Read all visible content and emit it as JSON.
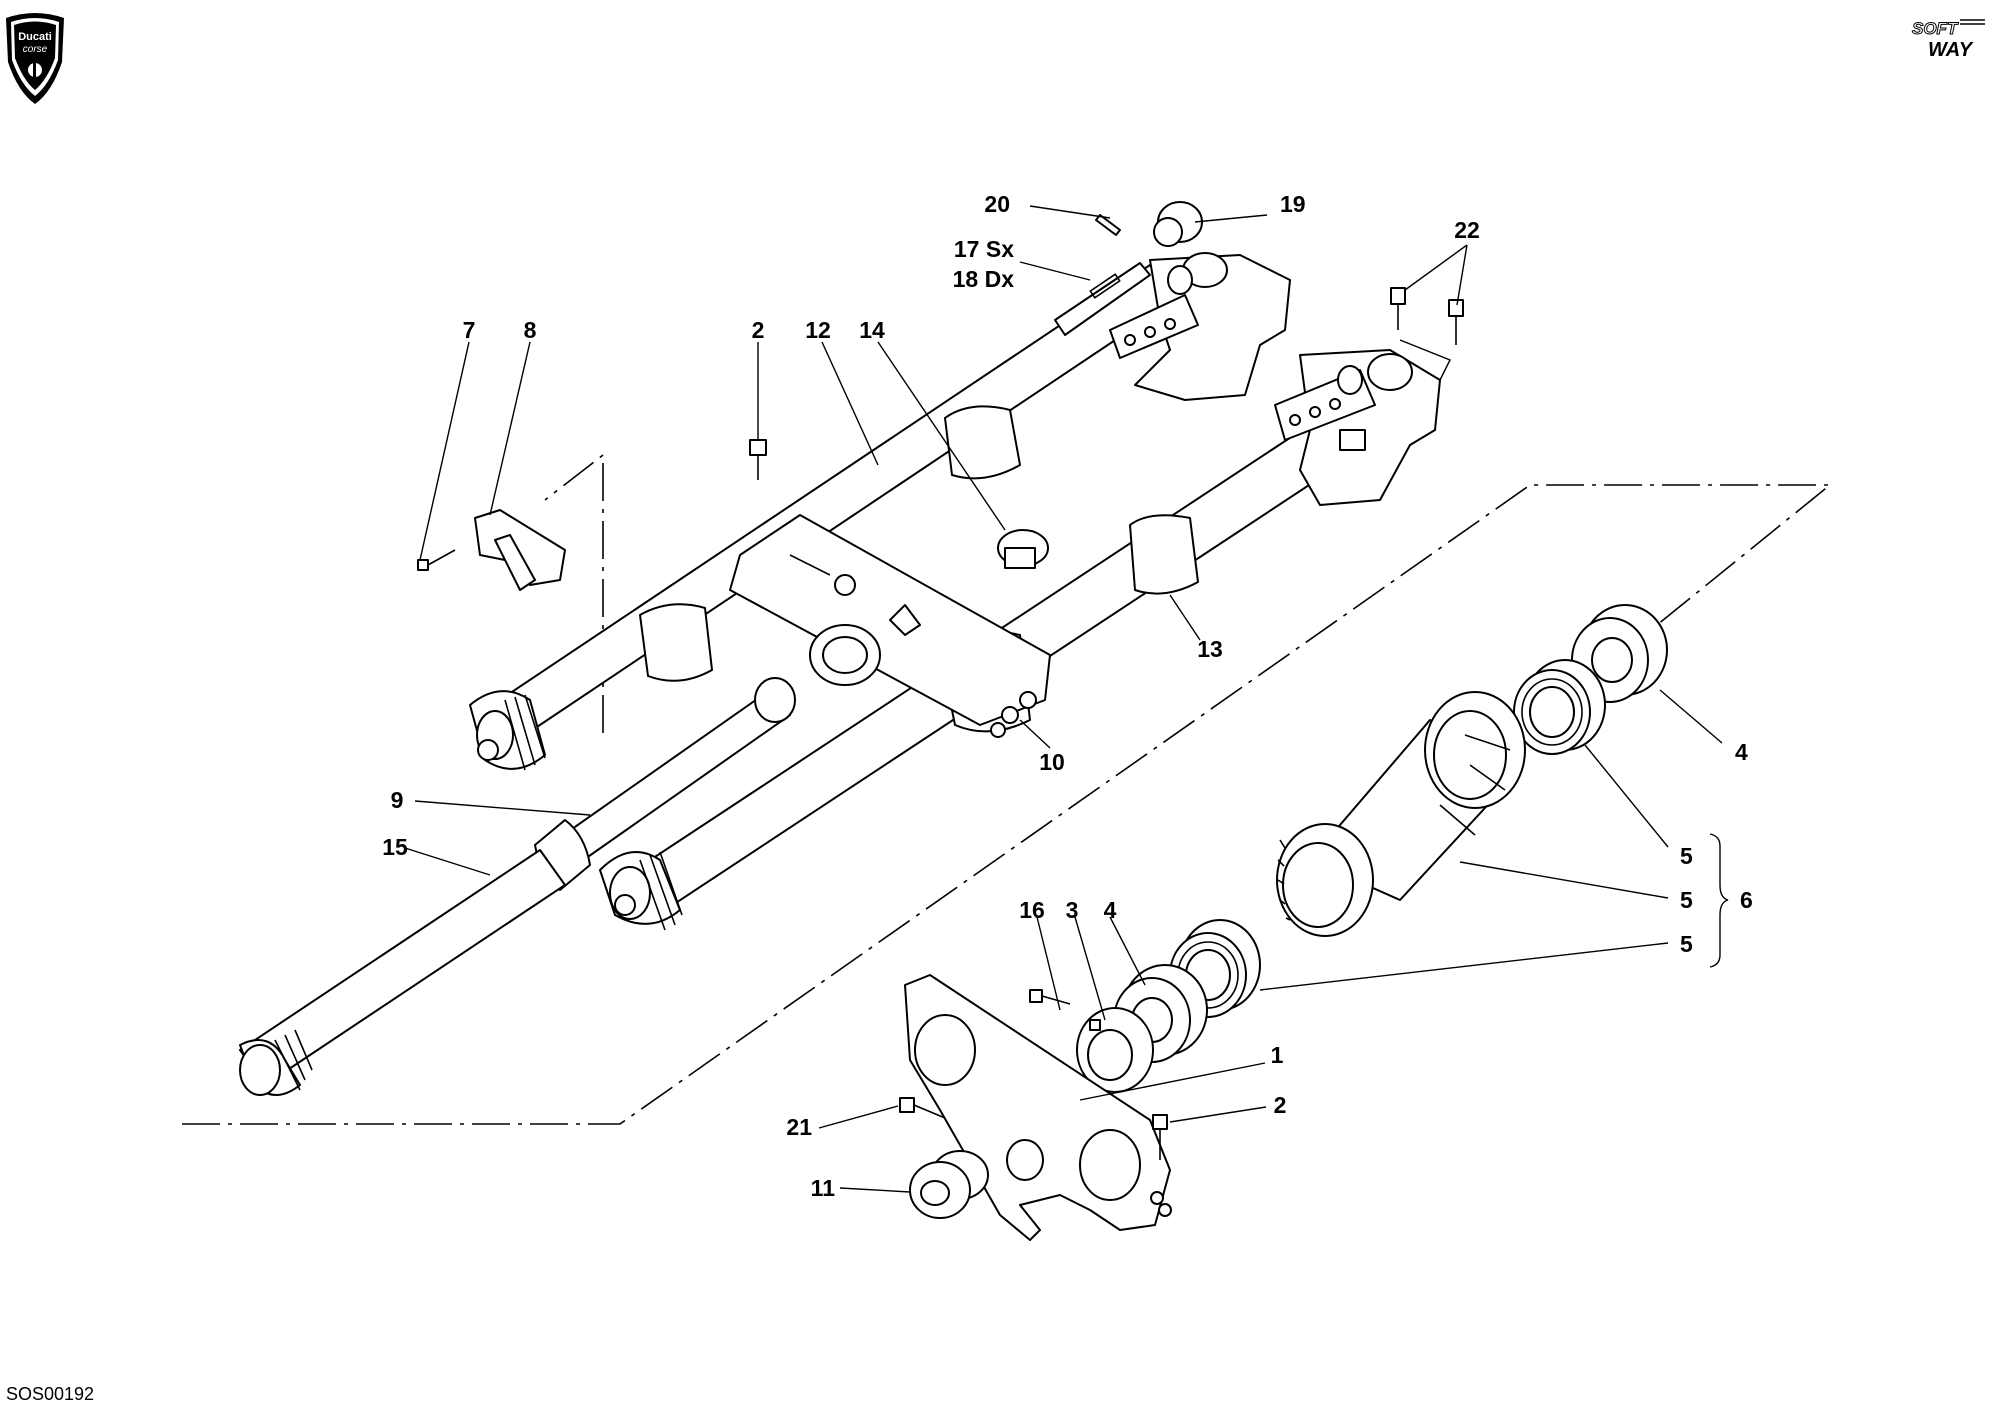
{
  "brand": {
    "logo_text_1": "Ducati",
    "logo_text_2": "corse",
    "softway_1": "SOFT",
    "softway_2": "WAY"
  },
  "drawing_code": "SOS00192",
  "callouts": {
    "c1": "1",
    "c2a": "2",
    "c2b": "2",
    "c3": "3",
    "c4a": "4",
    "c4b": "4",
    "c5a": "5",
    "c5b": "5",
    "c5c": "5",
    "c6": "6",
    "c7": "7",
    "c8": "8",
    "c9": "9",
    "c10": "10",
    "c11": "11",
    "c12": "12",
    "c13": "13",
    "c14": "14",
    "c15": "15",
    "c16": "16",
    "c17": "17 Sx",
    "c18": "18 Dx",
    "c19": "19",
    "c20": "20",
    "c21": "21",
    "c22": "22"
  }
}
